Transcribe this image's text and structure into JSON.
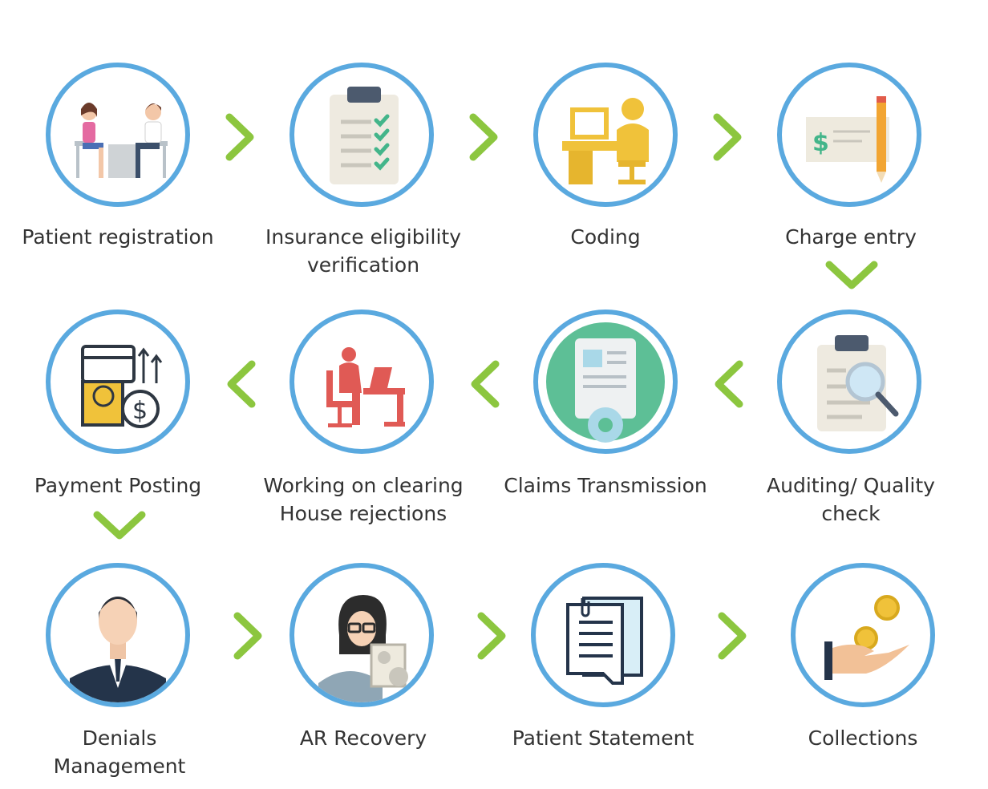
{
  "colors": {
    "ring": "#5aa9df",
    "arrow": "#8cc63f",
    "text": "#333333"
  },
  "steps": [
    {
      "label": "Patient registration",
      "icon": "patient-doctor-consultation-icon"
    },
    {
      "label": "Insurance eligibility\nverification",
      "icon": "clipboard-checklist-icon"
    },
    {
      "label": "Coding",
      "icon": "computer-workstation-icon"
    },
    {
      "label": "Charge entry",
      "icon": "check-and-pencil-icon"
    },
    {
      "label": "Auditing/ Quality\ncheck",
      "icon": "clipboard-magnifier-icon"
    },
    {
      "label": "Claims Transmission",
      "icon": "document-gear-icon"
    },
    {
      "label": "Working on clearing\nHouse rejections",
      "icon": "person-at-desk-icon"
    },
    {
      "label": "Payment Posting",
      "icon": "card-cash-dollar-icon"
    },
    {
      "label": "Denials\nManagement",
      "icon": "businessman-icon"
    },
    {
      "label": "AR Recovery",
      "icon": "woman-with-report-icon"
    },
    {
      "label": "Patient Statement",
      "icon": "statement-document-icon"
    },
    {
      "label": "Collections",
      "icon": "hand-with-coins-icon"
    }
  ]
}
